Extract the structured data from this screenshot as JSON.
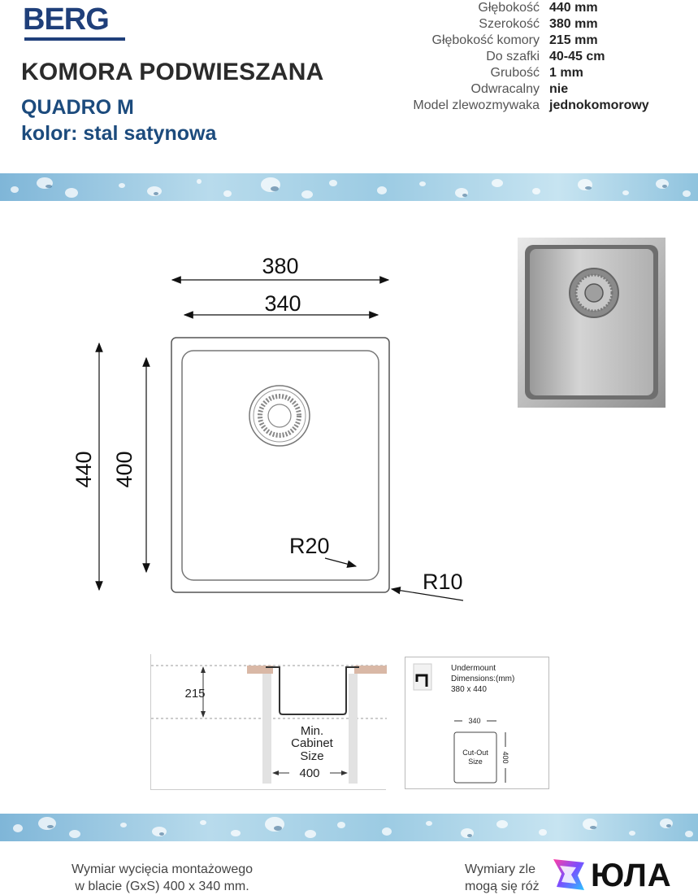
{
  "header": {
    "logo": "BERG",
    "title": "KOMORA PODWIESZANA",
    "subtitle": "QUADRO M",
    "color": "kolor: stal satynowa"
  },
  "specs": [
    {
      "label": "Głębokość",
      "value": "440 mm"
    },
    {
      "label": "Szerokość",
      "value": "380 mm"
    },
    {
      "label": "Głębokość komory",
      "value": "215 mm"
    },
    {
      "label": "Do szafki",
      "value": "40-45 cm"
    },
    {
      "label": "Grubość",
      "value": "1 mm"
    },
    {
      "label": "Odwracalny",
      "value": "nie"
    },
    {
      "label": "Model zlewozmywaka",
      "value": "jednokomorowy"
    }
  ],
  "drawing": {
    "width_outer": "380",
    "width_inner": "340",
    "height_outer": "440",
    "height_inner": "400",
    "radius_inner": "R20",
    "radius_outer": "R10"
  },
  "section": {
    "depth": "215",
    "cabinet_line1": "Min.",
    "cabinet_line2": "Cabinet",
    "cabinet_line3": "Size",
    "cabinet_width": "400"
  },
  "cutout": {
    "title_line1": "Undermount",
    "title_line2": "Dimensions:(mm)",
    "title_line3": "380 x 440",
    "width": "340",
    "height": "400",
    "label_line1": "Cut-Out",
    "label_line2": "Size"
  },
  "footer": {
    "left_line1": "Wymiar wycięcia montażowego",
    "left_line2": "w blacie (GxS) 400 x 340 mm.",
    "right_line1": "Wymiary zle",
    "right_line2": "mogą się róż",
    "brand": "ЮЛА"
  },
  "colors": {
    "brand_blue": "#1f3f7a",
    "subtitle_blue": "#1c4b7d",
    "countertop": "#d9b8a6"
  }
}
